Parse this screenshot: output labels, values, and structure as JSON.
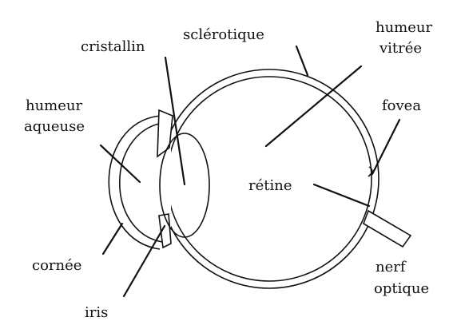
{
  "labels": {
    "cristallin": "cristallin",
    "sclerotique": "sclérotique",
    "humeur_vitree_1": "humeur",
    "humeur_vitree_2": "vitrée",
    "humeur_aqueuse_1": "humeur",
    "humeur_aqueuse_2": "aqueuse",
    "fovea": "fovea",
    "retine": "rétine",
    "cornee": "cornée",
    "nerf_optique_1": "nerf",
    "nerf_optique_2": "optique",
    "iris": "iris"
  }
}
